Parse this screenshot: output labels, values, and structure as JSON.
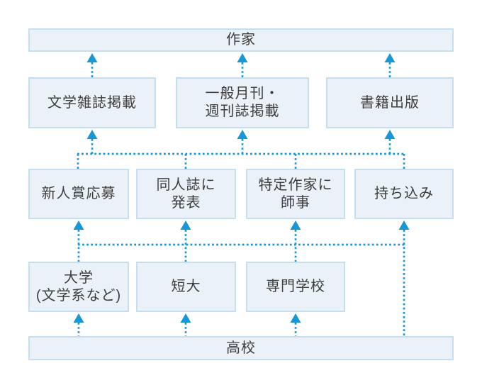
{
  "diagram": {
    "colors": {
      "arrow_blue": "#1797d6",
      "box_fill": "#ebf1f8",
      "box_border": "#c5def0",
      "text": "#3d3d3d"
    },
    "nodes": {
      "writer": {
        "lines": [
          "作家"
        ]
      },
      "literary_magazine": {
        "lines": [
          "文学雑誌掲載"
        ]
      },
      "general_magazine": {
        "lines": [
          "一般月刊・",
          "週刊誌掲載"
        ]
      },
      "book_publishing": {
        "lines": [
          "書籍出版"
        ]
      },
      "newcomer_award": {
        "lines": [
          "新人賞応募"
        ]
      },
      "doujinshi": {
        "lines": [
          "同人誌に",
          "発表"
        ]
      },
      "mentor": {
        "lines": [
          "特定作家に",
          "師事"
        ]
      },
      "submission": {
        "lines": [
          "持ち込み"
        ]
      },
      "university": {
        "lines": [
          "大学",
          "(文学系など)"
        ]
      },
      "junior_college": {
        "lines": [
          "短大"
        ]
      },
      "vocational_school": {
        "lines": [
          "専門学校"
        ]
      },
      "high_school": {
        "lines": [
          "高校"
        ]
      }
    },
    "edges": [
      {
        "from": "literary_magazine",
        "to": "writer"
      },
      {
        "from": "general_magazine",
        "to": "writer"
      },
      {
        "from": "book_publishing",
        "to": "writer"
      },
      {
        "from": "newcomer_award",
        "to": "literary_magazine,general_magazine,book_publishing"
      },
      {
        "from": "doujinshi",
        "to": "literary_magazine,general_magazine,book_publishing"
      },
      {
        "from": "mentor",
        "to": "literary_magazine,general_magazine,book_publishing"
      },
      {
        "from": "submission",
        "to": "literary_magazine,general_magazine,book_publishing"
      },
      {
        "from": "university",
        "to": "newcomer_award,doujinshi,mentor,submission"
      },
      {
        "from": "junior_college",
        "to": "newcomer_award,doujinshi,mentor,submission"
      },
      {
        "from": "vocational_school",
        "to": "newcomer_award,doujinshi,mentor,submission"
      },
      {
        "from": "high_school",
        "to": "university,junior_college,vocational_school,submission"
      }
    ]
  }
}
